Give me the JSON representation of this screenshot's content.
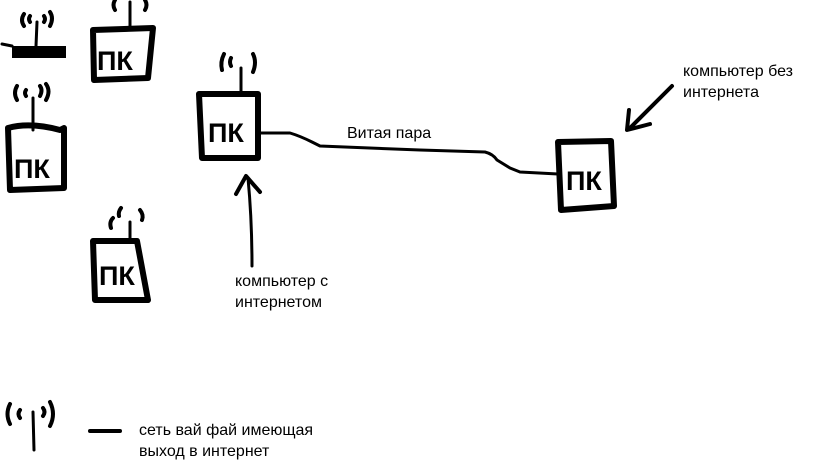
{
  "diagram": {
    "computer_label": "ПК",
    "cable_label": "Витая пара",
    "computer_with_internet_label": [
      "компьютер с",
      "интернетом"
    ],
    "computer_without_internet_label": [
      "компьютер без",
      "интернета"
    ],
    "legend": {
      "icon": "wifi-antenna-icon",
      "dash": "—",
      "text": [
        "сеть вай фай имеющая",
        "выход в интернет"
      ]
    },
    "colors": {
      "stroke": "#000000",
      "background": "#ffffff"
    }
  }
}
